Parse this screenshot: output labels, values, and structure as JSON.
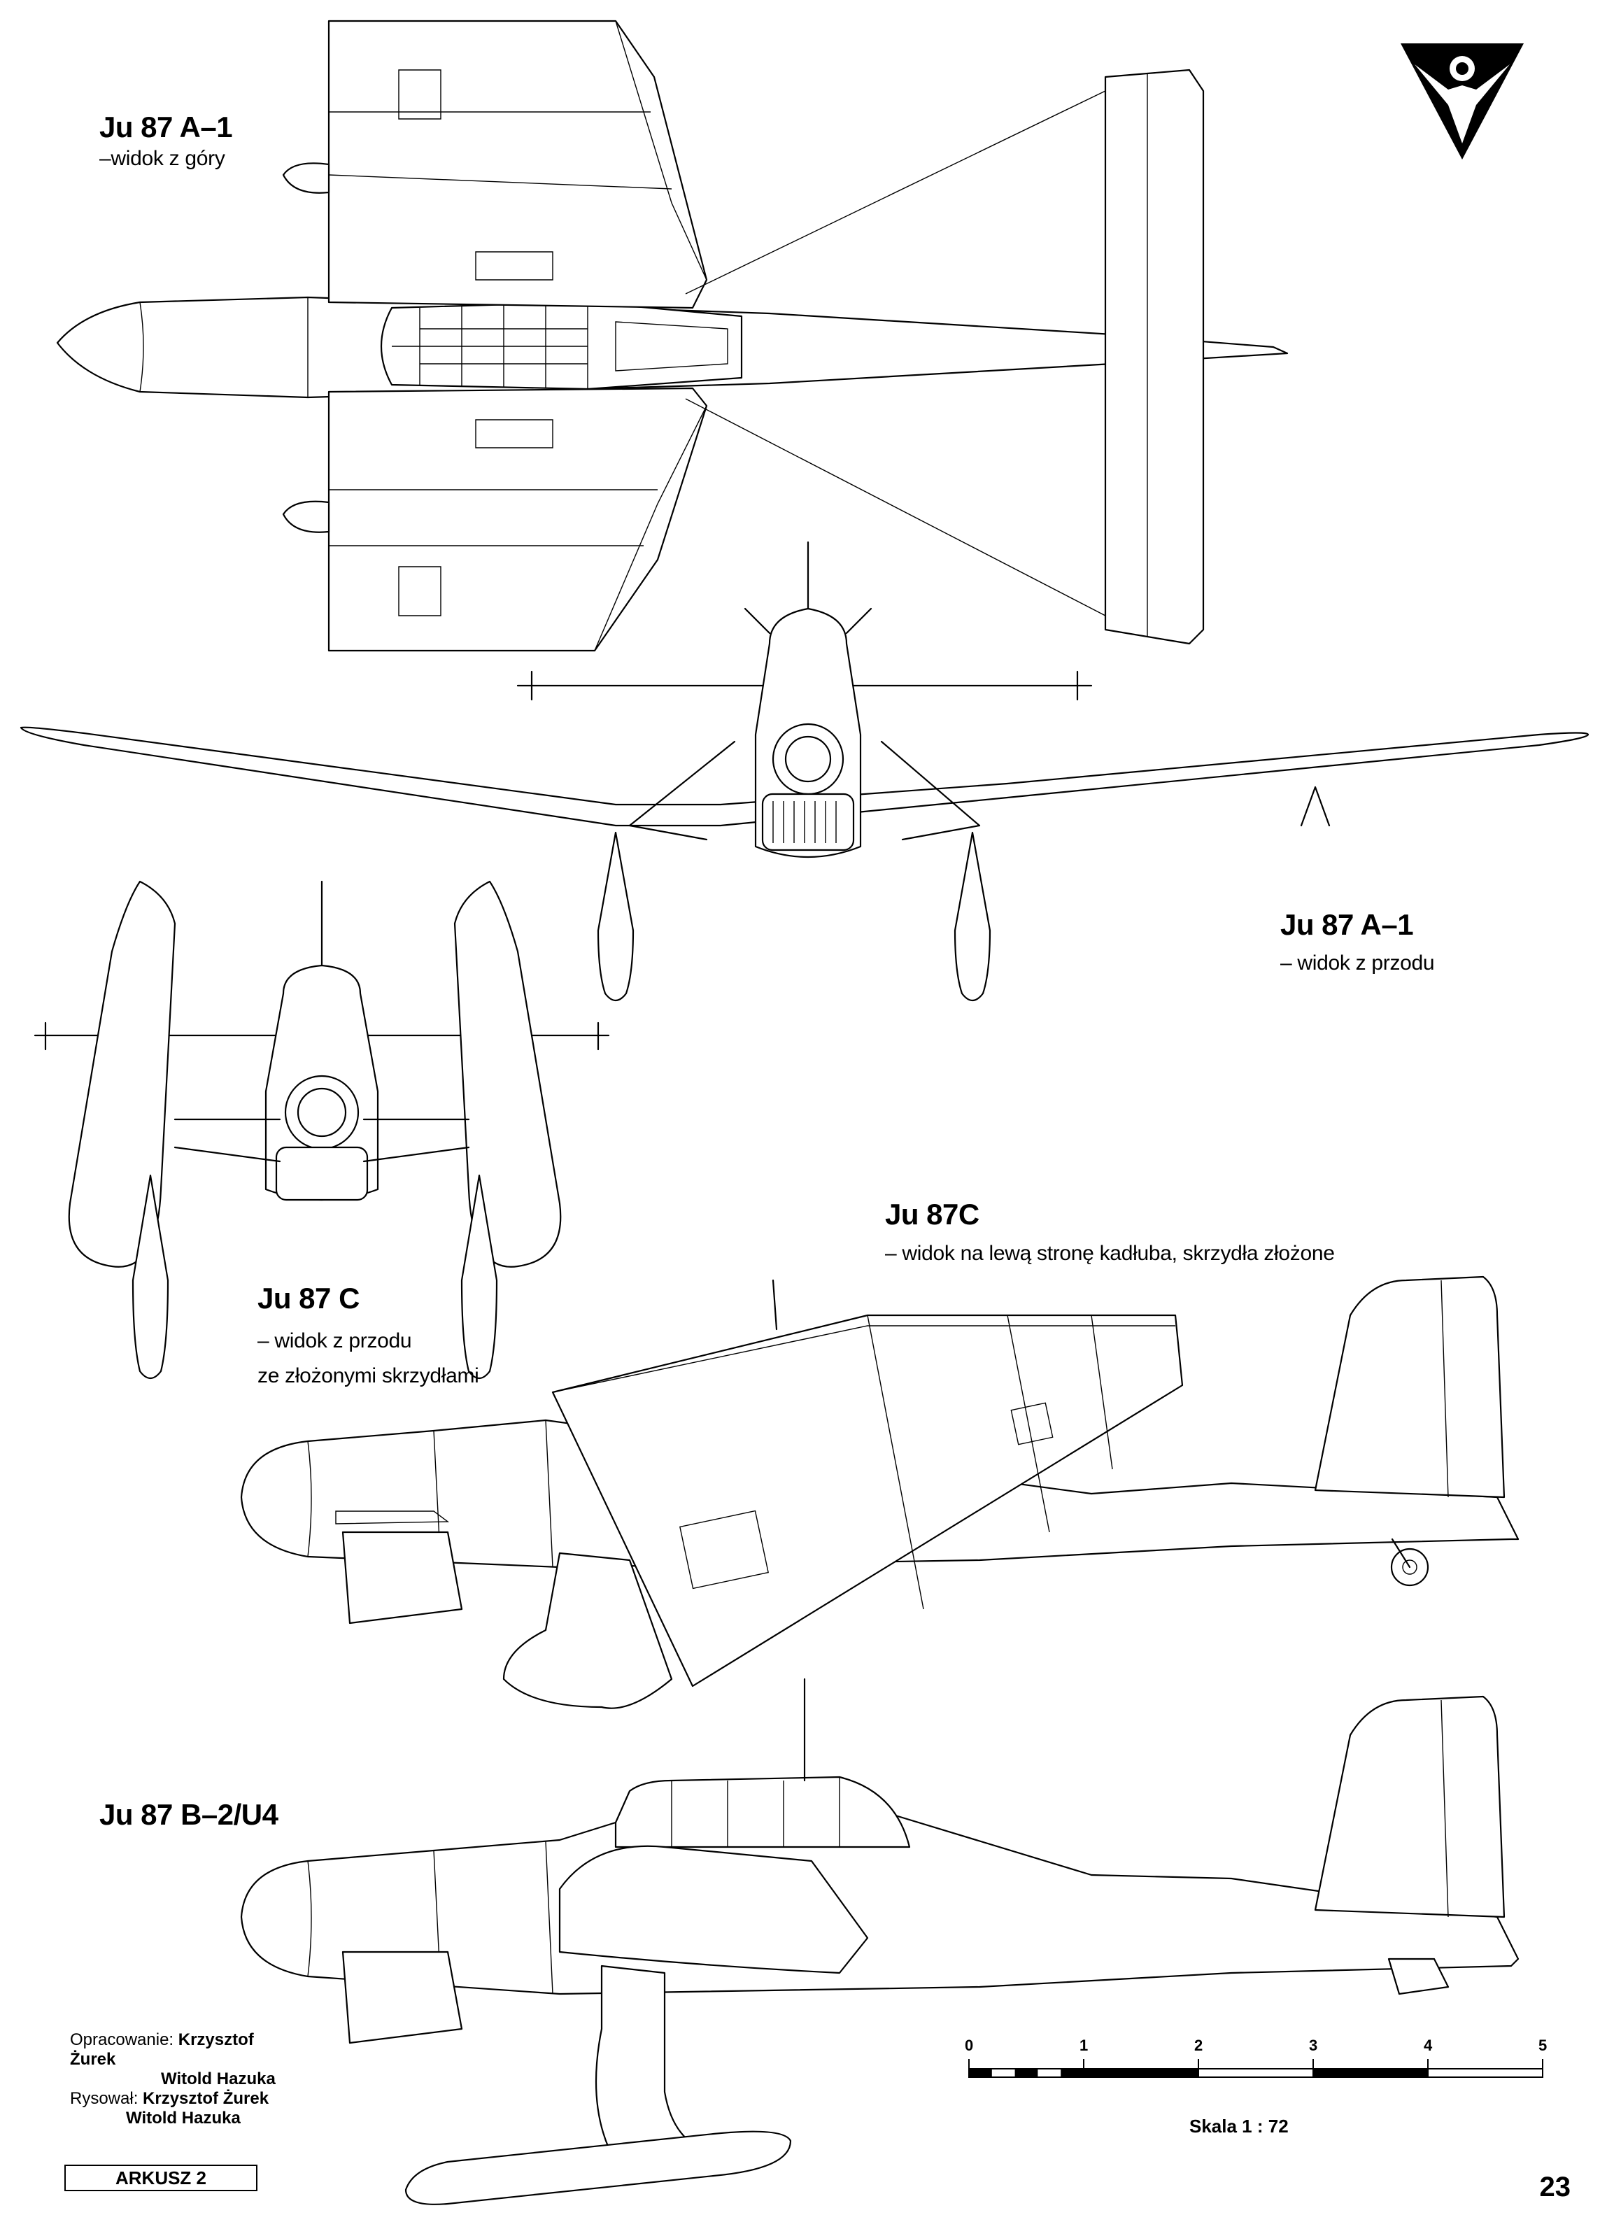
{
  "views": {
    "top_view": {
      "title": "Ju 87 A–1",
      "subtitle": "–widok z góry"
    },
    "front_view_a1": {
      "title": "Ju 87 A–1",
      "subtitle": "– widok z przodu"
    },
    "front_view_c": {
      "title": "Ju 87 C",
      "subtitle_line1": "– widok z przodu",
      "subtitle_line2": "ze złożonymi skrzydłami"
    },
    "side_view_c": {
      "title": "Ju 87C",
      "subtitle": "– widok na lewą stronę kadłuba, skrzydła złożone"
    },
    "side_view_b2": {
      "title": "Ju 87 B–2/U4"
    }
  },
  "credits": {
    "prepared_label": "Opracowanie:",
    "prepared_name_1": "Krzysztof Żurek",
    "prepared_name_2": "Witold Hazuka",
    "drawn_label": "Rysował:",
    "drawn_name_1": "Krzysztof Żurek",
    "drawn_name_2": "Witold Hazuka"
  },
  "scale_bar": {
    "tick_labels": [
      "0",
      "1",
      "2",
      "3",
      "4",
      "5"
    ],
    "caption": "Skala 1 : 72"
  },
  "sheet_label": "ARKUSZ 2",
  "page_number": "23",
  "logo": {
    "icon": "publisher-logo-triangle",
    "color": "#000000"
  },
  "colors": {
    "ink": "#000000",
    "paper": "#ffffff"
  }
}
